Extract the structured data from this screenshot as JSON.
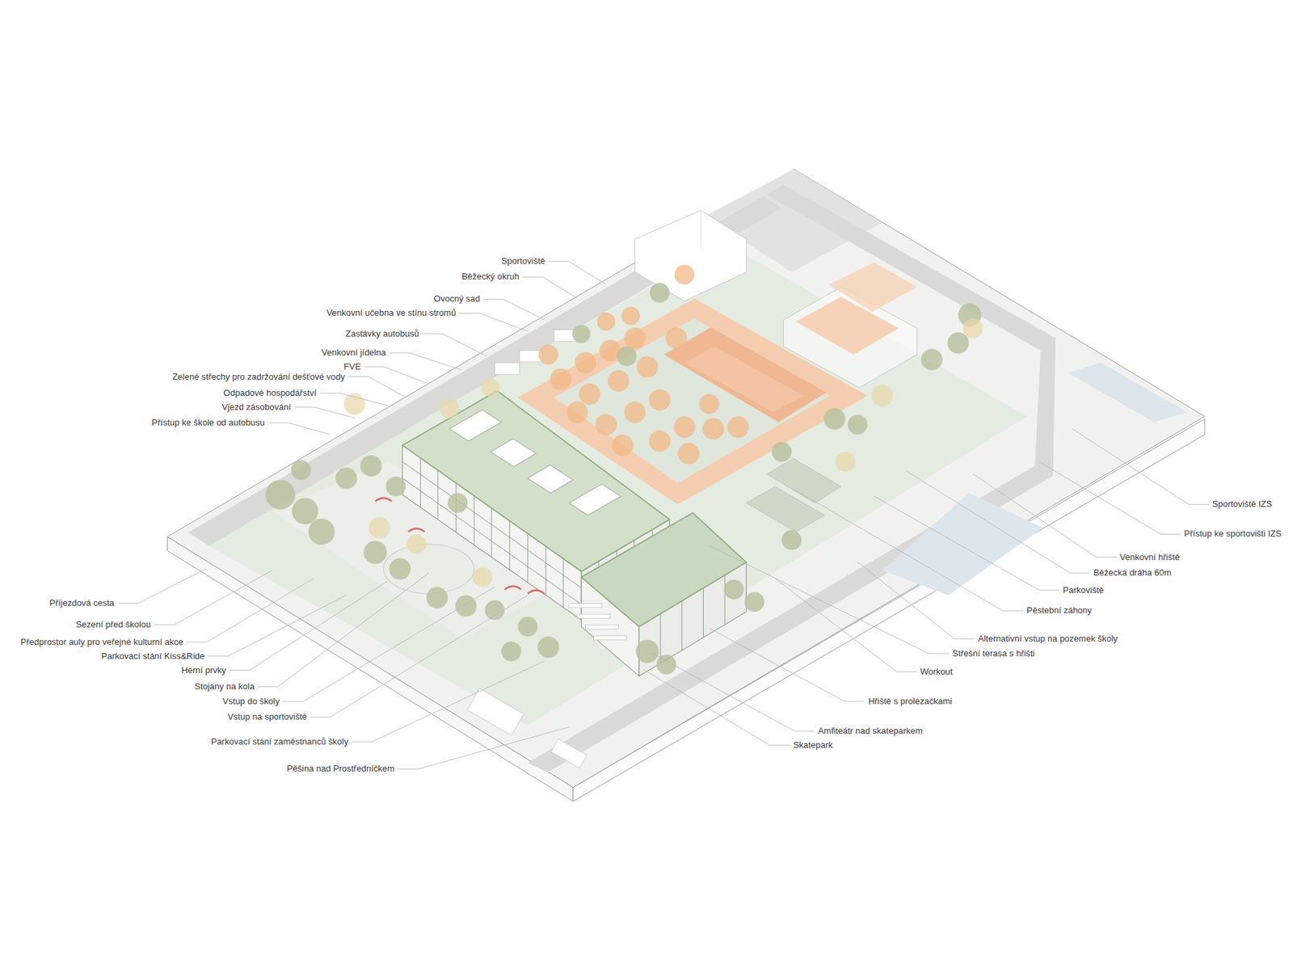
{
  "diagram": {
    "labels": [
      "Sportoviště",
      "Běžecký okruh",
      "Ovocný sad",
      "Venkovní učebna ve stínu stromů",
      "Zastávky autobusů",
      "Venkovní jídelna",
      "FVE",
      "Zelené střechy pro zadržování dešťové vody",
      "Odpadové hospodářství",
      "Vjezd zásobování",
      "Přístup ke škole od autobusu",
      "Příjezdová cesta",
      "Sezení před školou",
      "Předprostor auly pro veřejné kulturní akce",
      "Parkovací stání Kiss&Ride",
      "Herní prvky",
      "Stojany na kola",
      "Vstup do školy",
      "Vstup na sportoviště",
      "Parkovací stání zaměstnanců školy",
      "Pěšina nad Prostředníčkem",
      "Sportoviště IZS",
      "Přístup ke sportovišti IZS",
      "Venkovní hřiště",
      "Běžecká dráha 60m",
      "Parkoviště",
      "Pěstební záhony",
      "Alternativní vstup na pozemek školy",
      "Střešní terasa s hřišti",
      "Workout",
      "Hřiště s prolézačkami",
      "Amfiteátr nad skateparkem",
      "Skatepark"
    ]
  }
}
